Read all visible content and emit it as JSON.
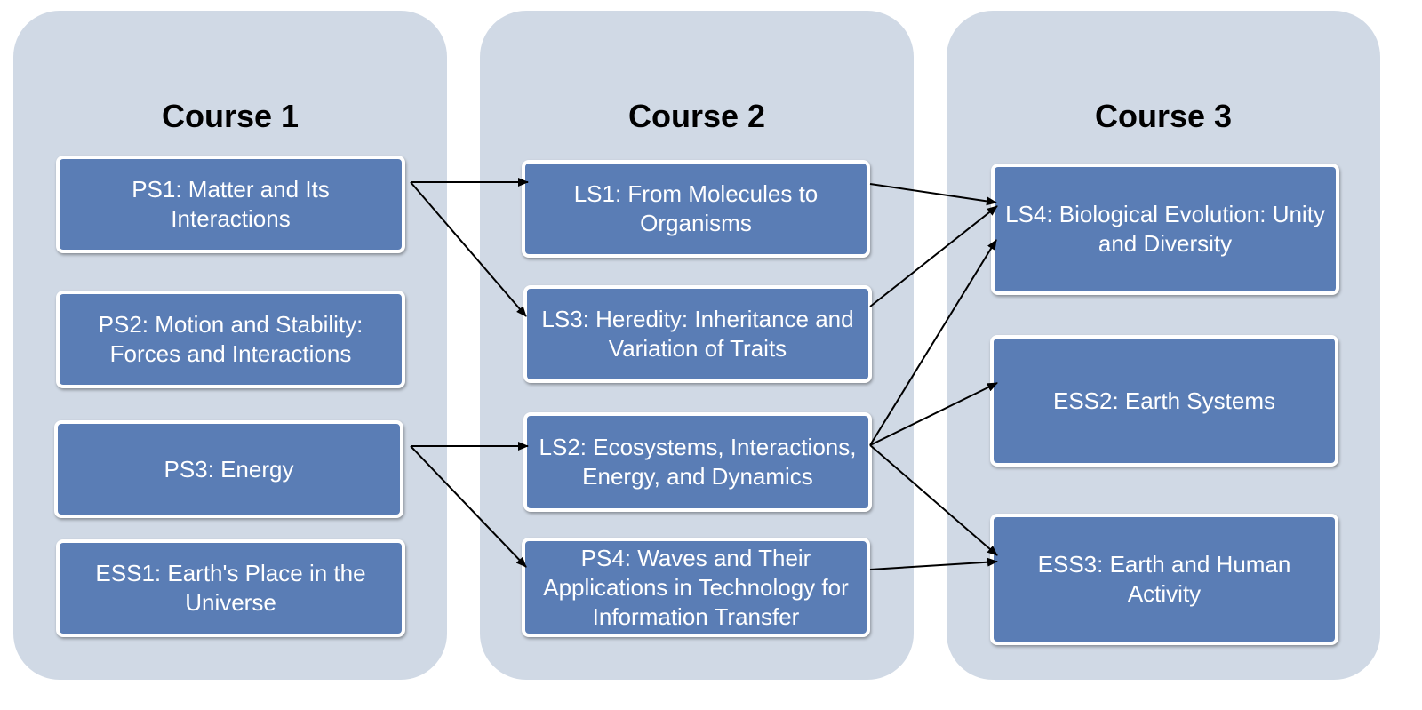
{
  "columns": [
    {
      "title": "Course 1",
      "boxes": [
        "PS1: Matter and Its Interactions",
        "PS2: Motion and Stability: Forces and Interactions",
        "PS3: Energy",
        "ESS1: Earth's Place in the Universe"
      ]
    },
    {
      "title": "Course 2",
      "boxes": [
        "LS1: From Molecules to Organisms",
        "LS3: Heredity: Inheritance and Variation of Traits",
        "LS2: Ecosystems, Interactions, Energy, and Dynamics",
        "PS4:  Waves and Their Applications in Technology for Information Transfer"
      ]
    },
    {
      "title": "Course 3",
      "boxes": [
        "LS4: Biological Evolution: Unity and Diversity",
        "ESS2: Earth Systems",
        "ESS3: Earth and Human Activity"
      ]
    }
  ],
  "connections": [
    {
      "from": "PS1",
      "to": "LS1"
    },
    {
      "from": "PS1",
      "to": "LS3"
    },
    {
      "from": "PS3",
      "to": "LS2"
    },
    {
      "from": "PS3",
      "to": "PS4"
    },
    {
      "from": "LS1",
      "to": "LS4"
    },
    {
      "from": "LS3",
      "to": "LS4"
    },
    {
      "from": "LS2",
      "to": "LS4"
    },
    {
      "from": "LS2",
      "to": "ESS2"
    },
    {
      "from": "LS2",
      "to": "ESS3"
    },
    {
      "from": "PS4",
      "to": "ESS3"
    }
  ],
  "colors": {
    "panel": "#d0d9e5",
    "box": "#5a7db5",
    "box_border": "#ffffff",
    "arrow": "#000000"
  }
}
